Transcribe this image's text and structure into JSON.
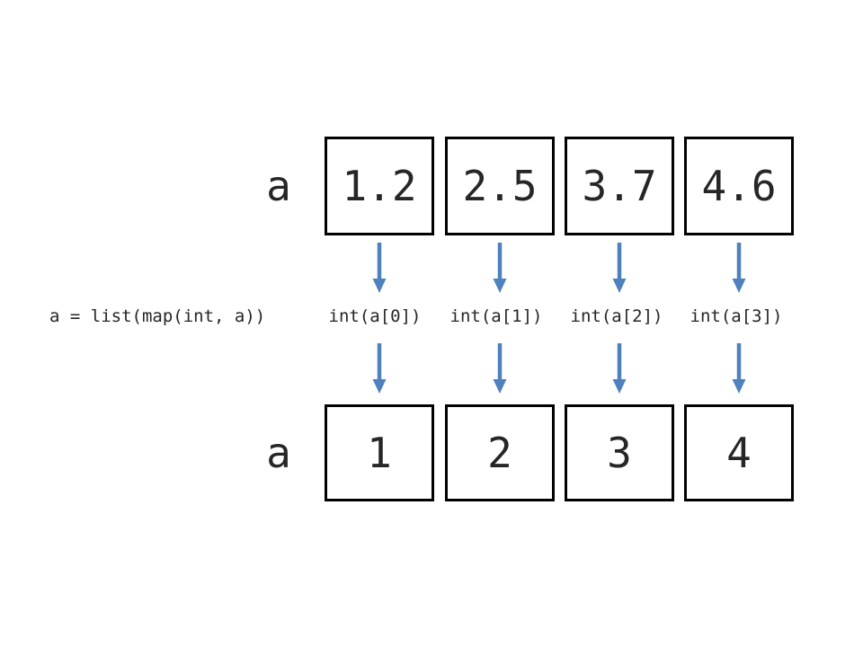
{
  "theme": {
    "background": "#ffffff",
    "box_fill": "#ffffff",
    "box_border": "#000000",
    "text_color": "#262626",
    "arrow_color": "#4f81bd"
  },
  "diagram": {
    "top_row": {
      "label": "a",
      "cells": [
        "1.2",
        "2.5",
        "3.7",
        "4.6"
      ]
    },
    "middle": {
      "code": "a = list(map(int, a))",
      "operations": [
        "int(a[0])",
        "int(a[1])",
        "int(a[2])",
        "int(a[3])"
      ]
    },
    "bottom_row": {
      "label": "a",
      "cells": [
        "1",
        "2",
        "3",
        "4"
      ]
    },
    "arrow_icon": "down-arrow"
  }
}
